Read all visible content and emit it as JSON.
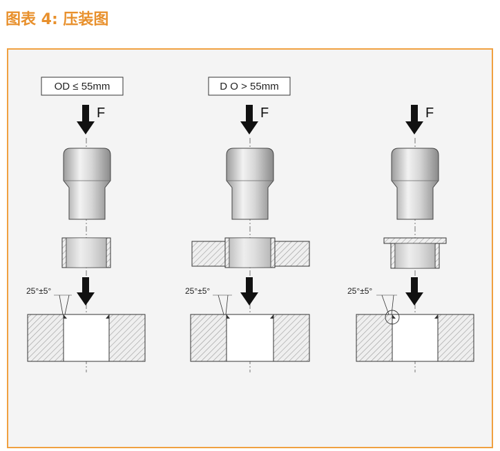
{
  "title": "图表 4: 压装图",
  "colors": {
    "accent": "#e8902c",
    "frame_border": "#f0a040",
    "panel_bg": "#f4f4f4"
  },
  "panels": [
    {
      "box_label": "OD ≤ 55mm",
      "force": "F",
      "angle": "25°±5°"
    },
    {
      "box_label": "D O > 55mm",
      "force": "F",
      "angle": "25°±5°"
    },
    {
      "force": "F",
      "angle": "25°±5°"
    }
  ]
}
